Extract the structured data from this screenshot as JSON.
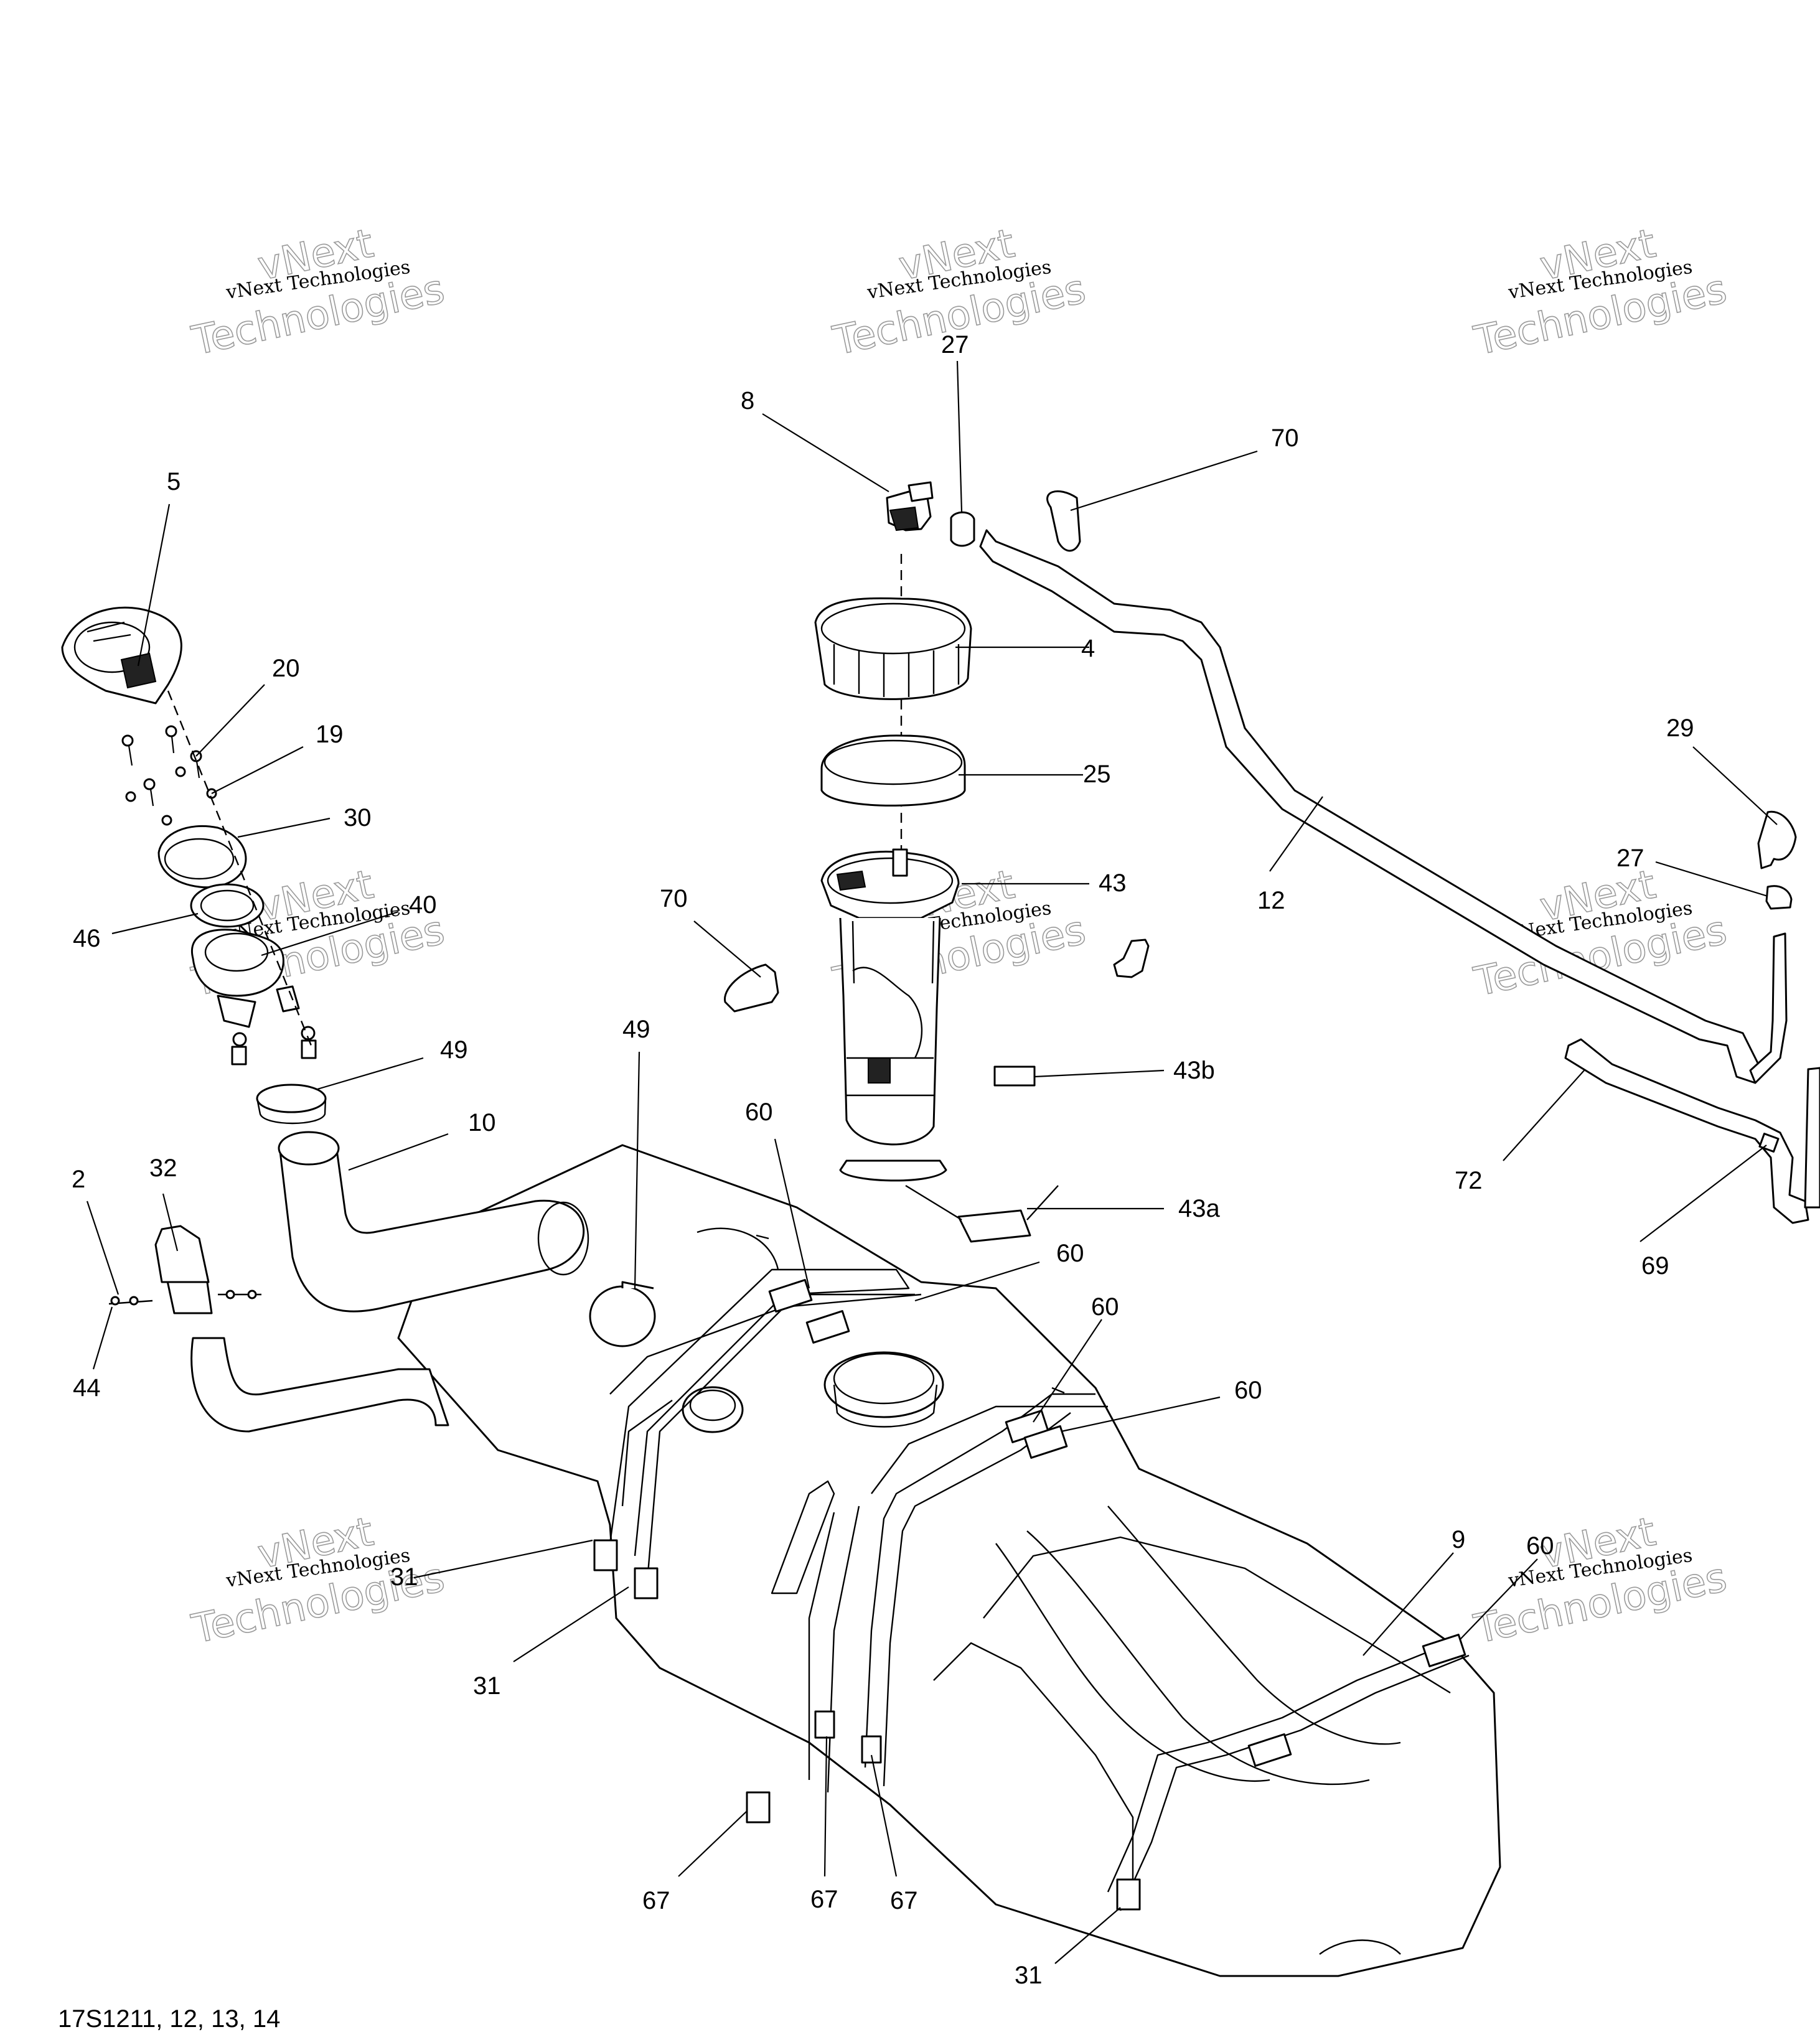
{
  "diagram": {
    "code": "17S1211, 12, 13, 14",
    "watermark": {
      "line1": "vNext",
      "line2": "vNext Technologies",
      "line3": "Technologies"
    },
    "callouts": {
      "c5": "5",
      "c20": "20",
      "c19": "19",
      "c30": "30",
      "c46": "46",
      "c40": "40",
      "c49a": "49",
      "c10": "10",
      "c2": "2",
      "c32": "32",
      "c44": "44",
      "c8": "8",
      "c27a": "27",
      "c70a": "70",
      "c4": "4",
      "c25": "25",
      "c43": "43",
      "c12": "12",
      "c29": "29",
      "c27b": "27",
      "c70b": "70",
      "c49b": "49",
      "c43b": "43b",
      "c43a": "43a",
      "c60a": "60",
      "c60b": "60",
      "c60c": "60",
      "c60d": "60",
      "c72": "72",
      "c69": "69",
      "c31a": "31",
      "c31b": "31",
      "c9": "9",
      "c60e": "60",
      "c67a": "67",
      "c67b": "67",
      "c67c": "67",
      "c31c": "31"
    }
  }
}
